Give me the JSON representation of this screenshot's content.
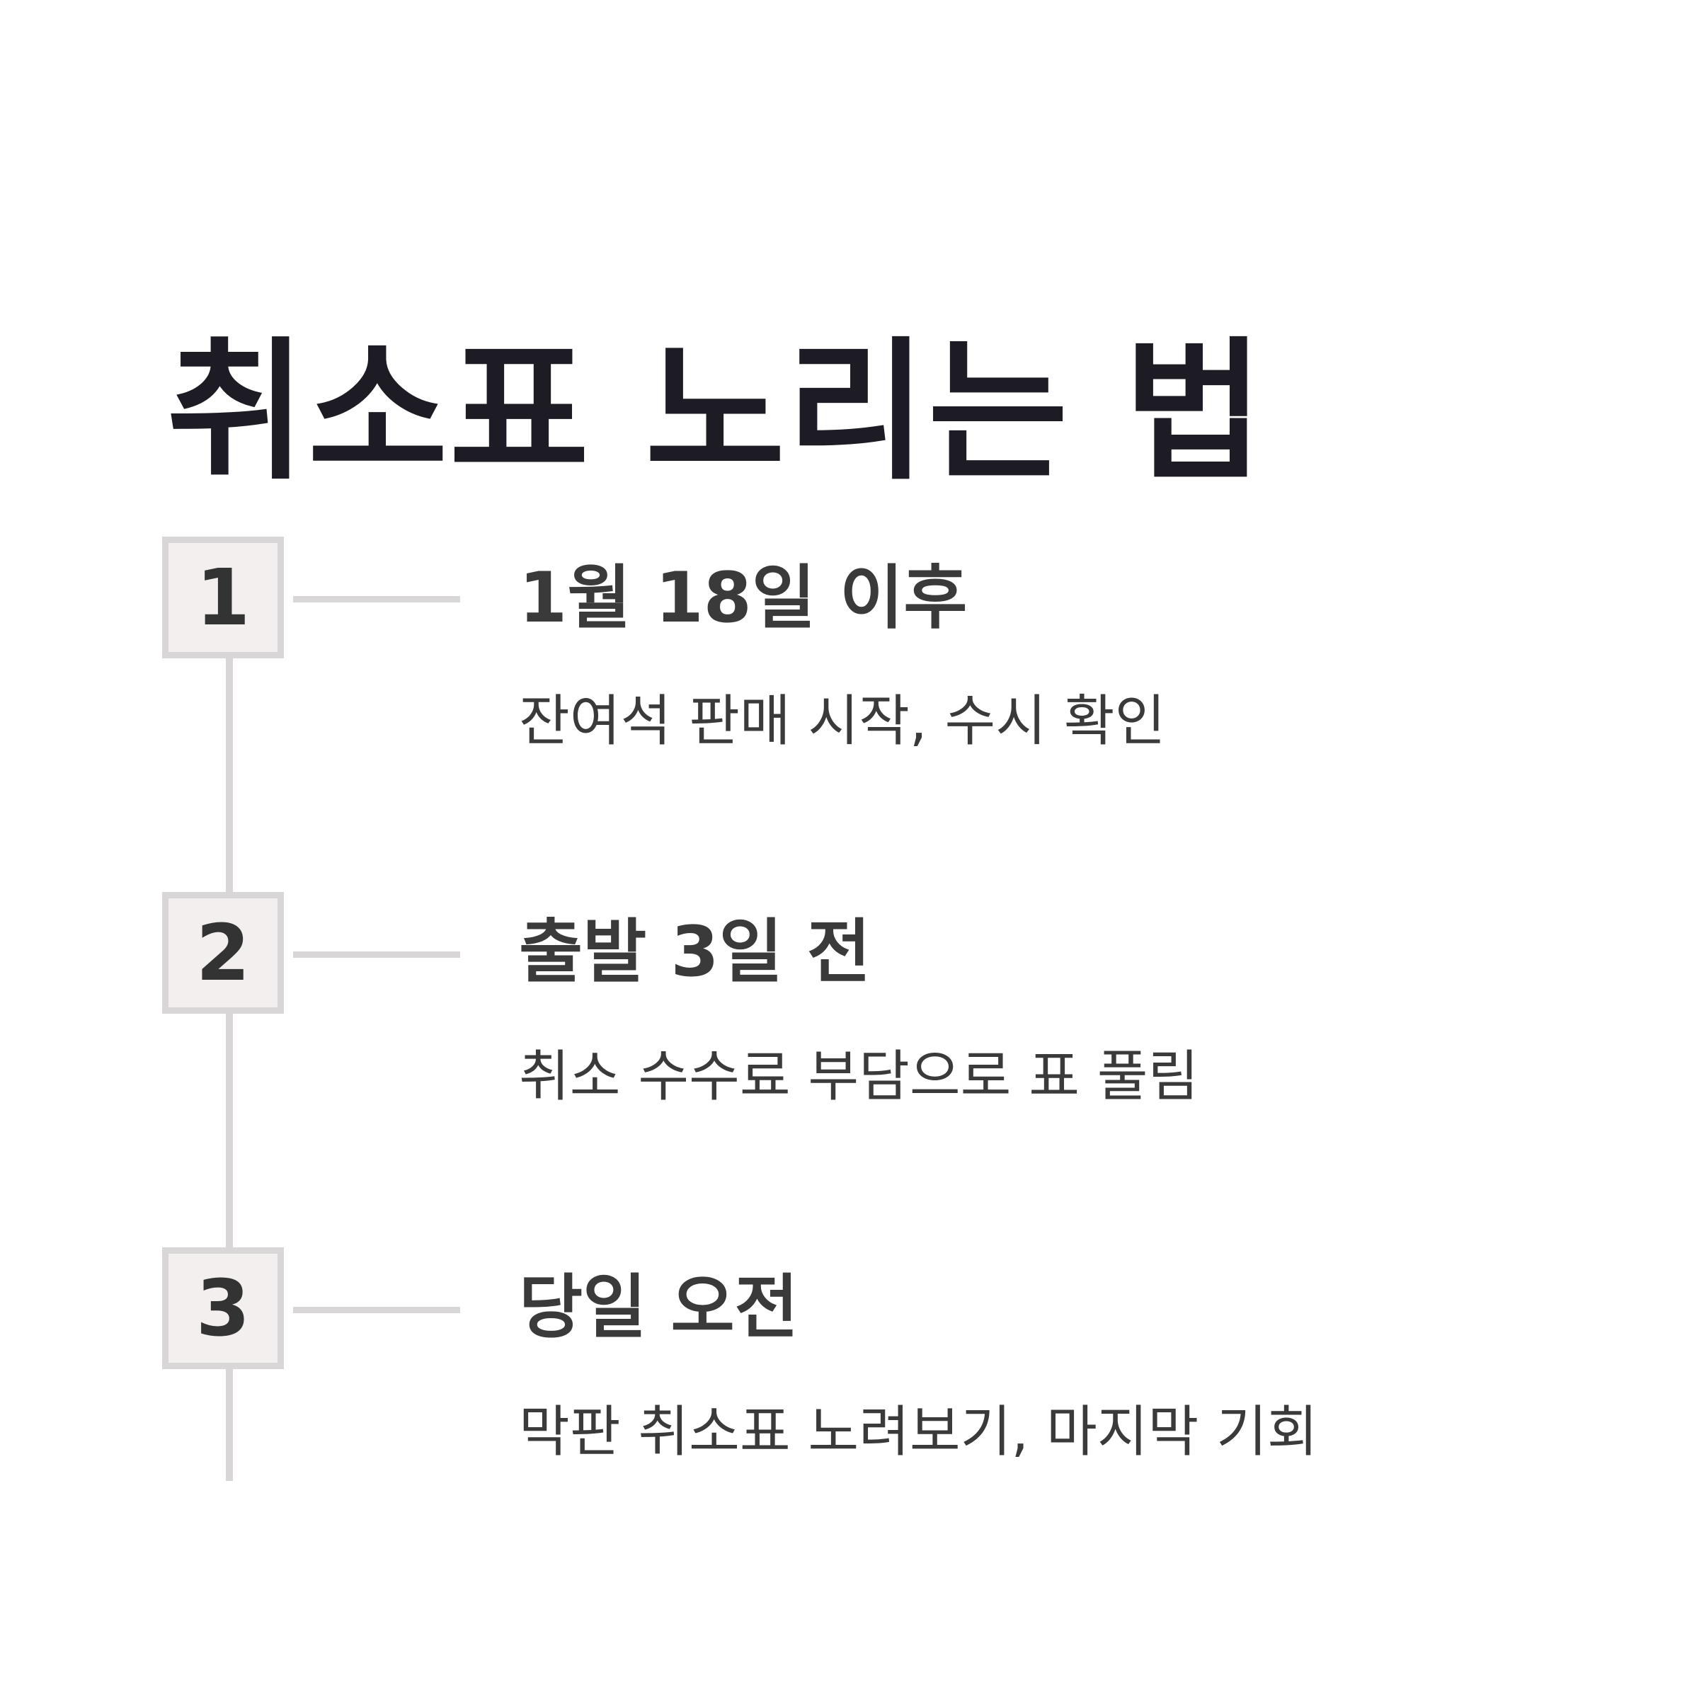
{
  "title": "취소표 노리는 법",
  "steps": [
    {
      "number": "1",
      "heading": "1월 18일 이후",
      "description": "잔여석 판매 시작, 수시 확인"
    },
    {
      "number": "2",
      "heading": "출발 3일 전",
      "description": "취소 수수료 부담으로 표 풀림"
    },
    {
      "number": "3",
      "heading": "당일 오전",
      "description": "막판 취소표 노려보기, 마지막 기회"
    }
  ],
  "colors": {
    "title": "#1d1c24",
    "text": "#3a3a3a",
    "line": "#d8d6d6",
    "box_fill": "#f2efee"
  }
}
